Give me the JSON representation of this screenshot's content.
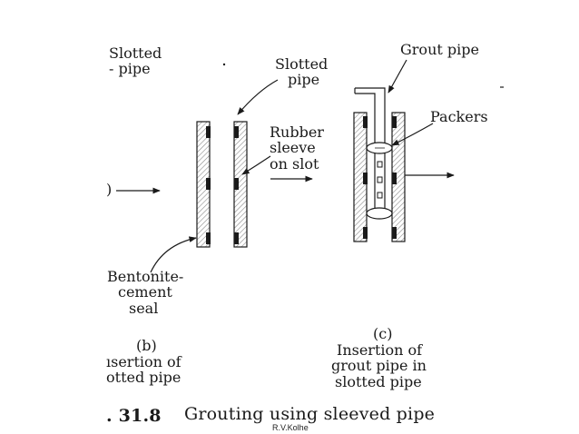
{
  "labels": {
    "slotted_pipe_left": [
      "Slotted",
      "- pipe"
    ],
    "slotted_pipe_mid": [
      "Slotted",
      "pipe"
    ],
    "grout_pipe": "Grout pipe",
    "packers": "Packers",
    "rubber_sleeve": [
      "Rubber",
      "sleeve",
      "on slot"
    ],
    "bentonite_seal": [
      "Bentonite-",
      "cement",
      "seal"
    ],
    "left_arrow_mark": ")"
  },
  "sub_b": {
    "letter": "(b)",
    "caption": [
      "ısertion of",
      "otted pipe"
    ]
  },
  "sub_c": {
    "letter": "(c)",
    "caption": [
      "Insertion of",
      "grout pipe in",
      "slotted pipe"
    ]
  },
  "figure_caption": {
    "number": ". 31.8",
    "text": "Grouting using sleeved pipe"
  },
  "credit": "R.V.Kolhe",
  "colors": {
    "ink": "#1a1a1a",
    "hatch": "#8a8a8a",
    "background": "#ffffff"
  }
}
